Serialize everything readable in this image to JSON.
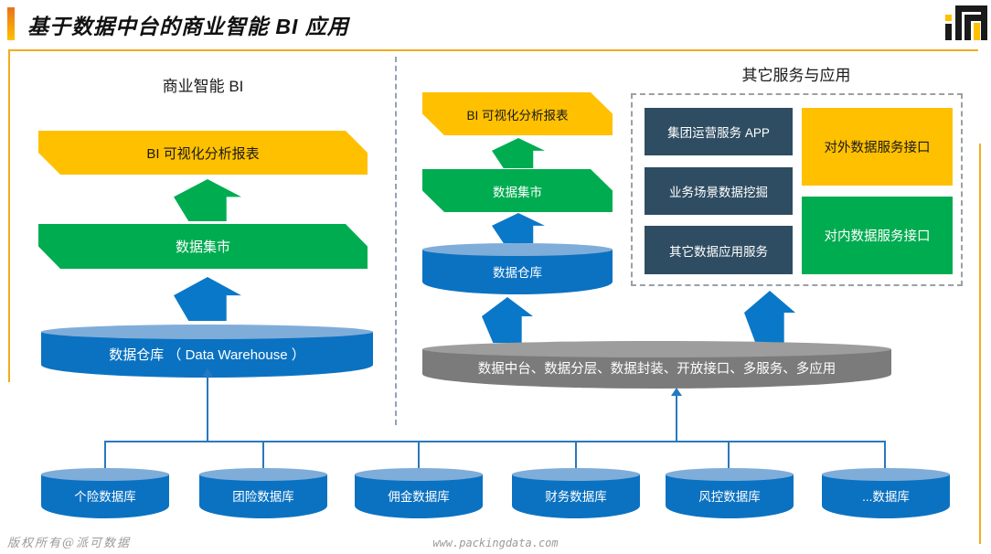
{
  "slide": {
    "title": "基于数据中台的商业智能 BI 应用",
    "footer": {
      "copyright": "版权所有@派可数据",
      "website": "www.packingdata.com"
    }
  },
  "bi_section": {
    "title": "商业智能 BI",
    "report": "BI 可视化分析报表",
    "mart": "数据集市",
    "warehouse": "数据仓库 （ Data Warehouse ）"
  },
  "mid_stack": {
    "report": "BI 可视化分析报表",
    "mart": "数据集市",
    "warehouse": "数据仓库"
  },
  "services_section": {
    "title": "其它服务与应用",
    "apps": [
      "集团运营服务 APP",
      "业务场景数据挖掘",
      "其它数据应用服务"
    ],
    "external_api": "对外数据服务接口",
    "internal_api": "对内数据服务接口"
  },
  "platform": {
    "label": "数据中台、数据分层、数据封装、开放接口、多服务、多应用"
  },
  "databases": [
    "个险数据库",
    "团险数据库",
    "佣金数据库",
    "财务数据库",
    "风控数据库",
    "...数据库"
  ],
  "colors": {
    "accent_yellow": "#FFC000",
    "green": "#00AC50",
    "blue": "#0B72C2",
    "navy": "#2F4D62",
    "platform_gray": "#7B7B7B",
    "connector_blue": "#2878BE"
  }
}
